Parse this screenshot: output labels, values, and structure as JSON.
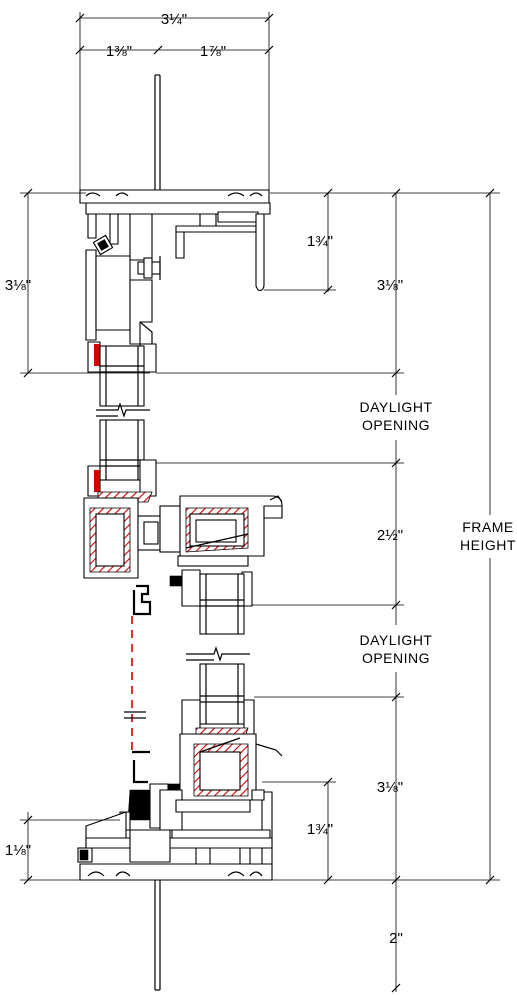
{
  "dimensions": {
    "overall_width": "3¼\"",
    "left_width": "1⅜\"",
    "right_width": "1⅞\"",
    "head_left_height": "3⅛\"",
    "head_right_height": "3⅛\"",
    "head_leg": "1¾\"",
    "meeting_rail": "2½\"",
    "sill_right_height": "3⅛\"",
    "sill_leg": "1¾\"",
    "sill_left": "1⅛\"",
    "below_sill": "2\""
  },
  "labels": {
    "daylight_upper_1": "DAYLIGHT",
    "daylight_upper_2": "OPENING",
    "daylight_lower_1": "DAYLIGHT",
    "daylight_lower_2": "OPENING",
    "frame_height_1": "FRAME",
    "frame_height_2": "HEIGHT"
  },
  "colors": {
    "line": "#000000",
    "accent_red": "#d40000",
    "background": "#ffffff"
  }
}
